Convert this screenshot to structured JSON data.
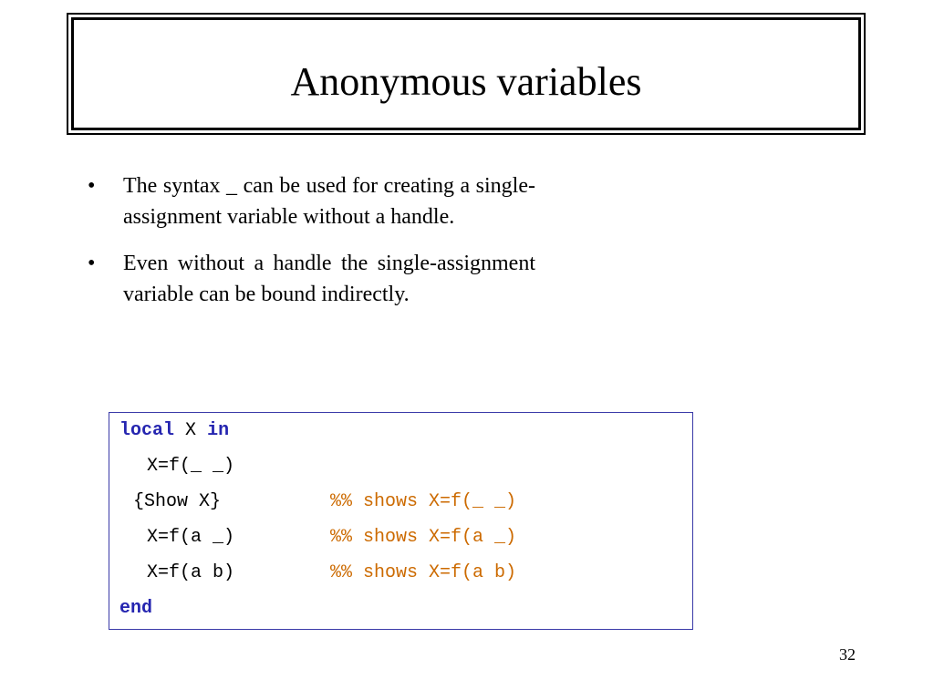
{
  "title": "Anonymous variables",
  "bullets": [
    "The syntax _ can be used for creating a single-assignment variable without a handle.",
    "Even without a handle the single-assignment variable can be bound indirectly."
  ],
  "bullet_marker": "•",
  "code": {
    "header": {
      "keyword_1": "local",
      "variable": "X",
      "keyword_2": "in"
    },
    "lines": [
      {
        "statement": "X=f(_ _)",
        "comment": ""
      },
      {
        "statement": "{Show X}",
        "comment": "%% shows X=f(_ _)"
      },
      {
        "statement": "X=f(a _)",
        "comment": "%% shows X=f(a _)"
      },
      {
        "statement": "X=f(a b)",
        "comment": "%% shows X=f(a b)"
      }
    ],
    "footer_keyword": "end"
  },
  "page_number": "32",
  "colors": {
    "keyword": "#2525b0",
    "comment": "#cc6a00",
    "code_border": "#3a3aa8"
  }
}
